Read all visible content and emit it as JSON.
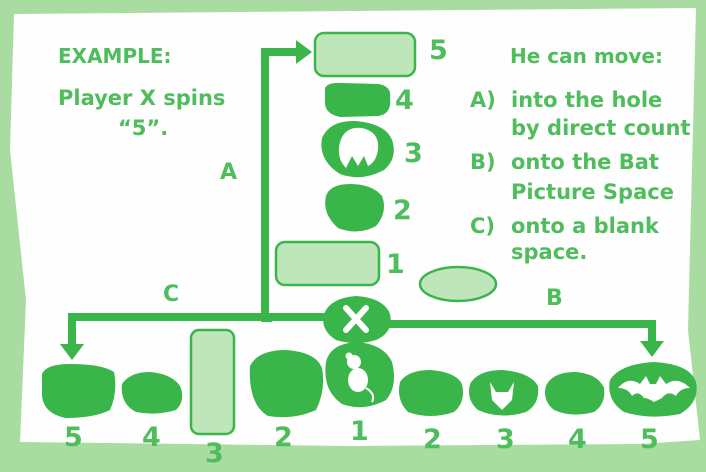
{
  "example": {
    "title": "EXAMPLE:",
    "line1": "Player X spins",
    "line2": "“5”."
  },
  "rules": {
    "heading": "He can move:",
    "a_letter": "A)",
    "a_line1": "into the hole",
    "a_line2": "by direct count",
    "b_letter": "B)",
    "b_line1": "onto the Bat",
    "b_line2": "Picture Space",
    "c_letter": "C)",
    "c_line1": "onto a blank",
    "c_line2": "space."
  },
  "paths": {
    "a": "A",
    "b": "B",
    "c": "C"
  },
  "vertical_numbers": [
    "1",
    "2",
    "3",
    "4",
    "5"
  ],
  "left_numbers": [
    "5",
    "4",
    "3",
    "2"
  ],
  "center_number": "1",
  "right_numbers": [
    "2",
    "3",
    "4",
    "5"
  ],
  "colors": {
    "background": "#a9dca0",
    "paper": "#fefefe",
    "space_green": "#3ab54a",
    "light_space": "#bfe6ba",
    "text_green": "#4fbd5c",
    "white": "#ffffff"
  },
  "icons": {
    "start": "x-icon",
    "path_3": "ghost-picture-icon",
    "row_1": "mouse-picture-icon",
    "row_3": "wolf-face-icon",
    "row_5": "bat-picture-icon"
  }
}
